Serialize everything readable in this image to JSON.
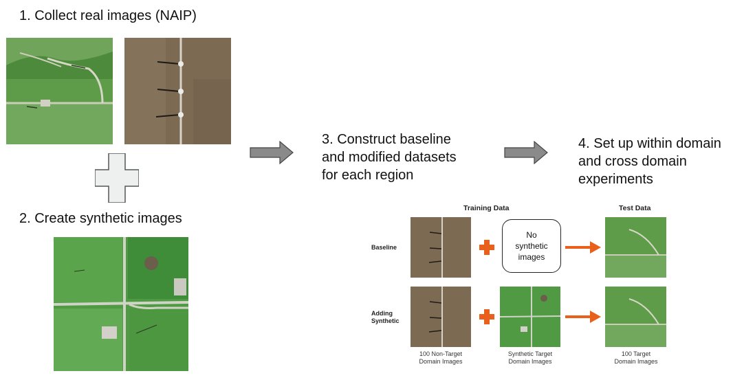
{
  "steps": {
    "s1": "1. Collect real images (NAIP)",
    "s2": "2. Create synthetic images",
    "s3_lines": [
      "3. Construct baseline",
      "and modified datasets",
      "for each region"
    ],
    "s4_lines": [
      "4. Set up within domain",
      "and cross domain",
      "experiments"
    ]
  },
  "diagram": {
    "training_header": "Training Data",
    "test_header": "Test Data",
    "row_baseline": "Baseline",
    "row_adding": [
      "Adding",
      "Synthetic"
    ],
    "no_synth": [
      "No",
      "synthetic",
      "images"
    ],
    "captions": {
      "non_target": [
        "100 Non-Target",
        "Domain Images"
      ],
      "synthetic": [
        "Synthetic Target",
        "Domain Images"
      ],
      "target": [
        "100 Target",
        "Domain Images"
      ]
    }
  },
  "colors": {
    "orange": "#e8601c",
    "gray_arrow": "#8a8a8a",
    "plus_fill": "#eef0f0"
  },
  "icons": [
    "plus-icon",
    "right-arrow-icon",
    "orange-plus-icon",
    "orange-arrow-icon"
  ]
}
